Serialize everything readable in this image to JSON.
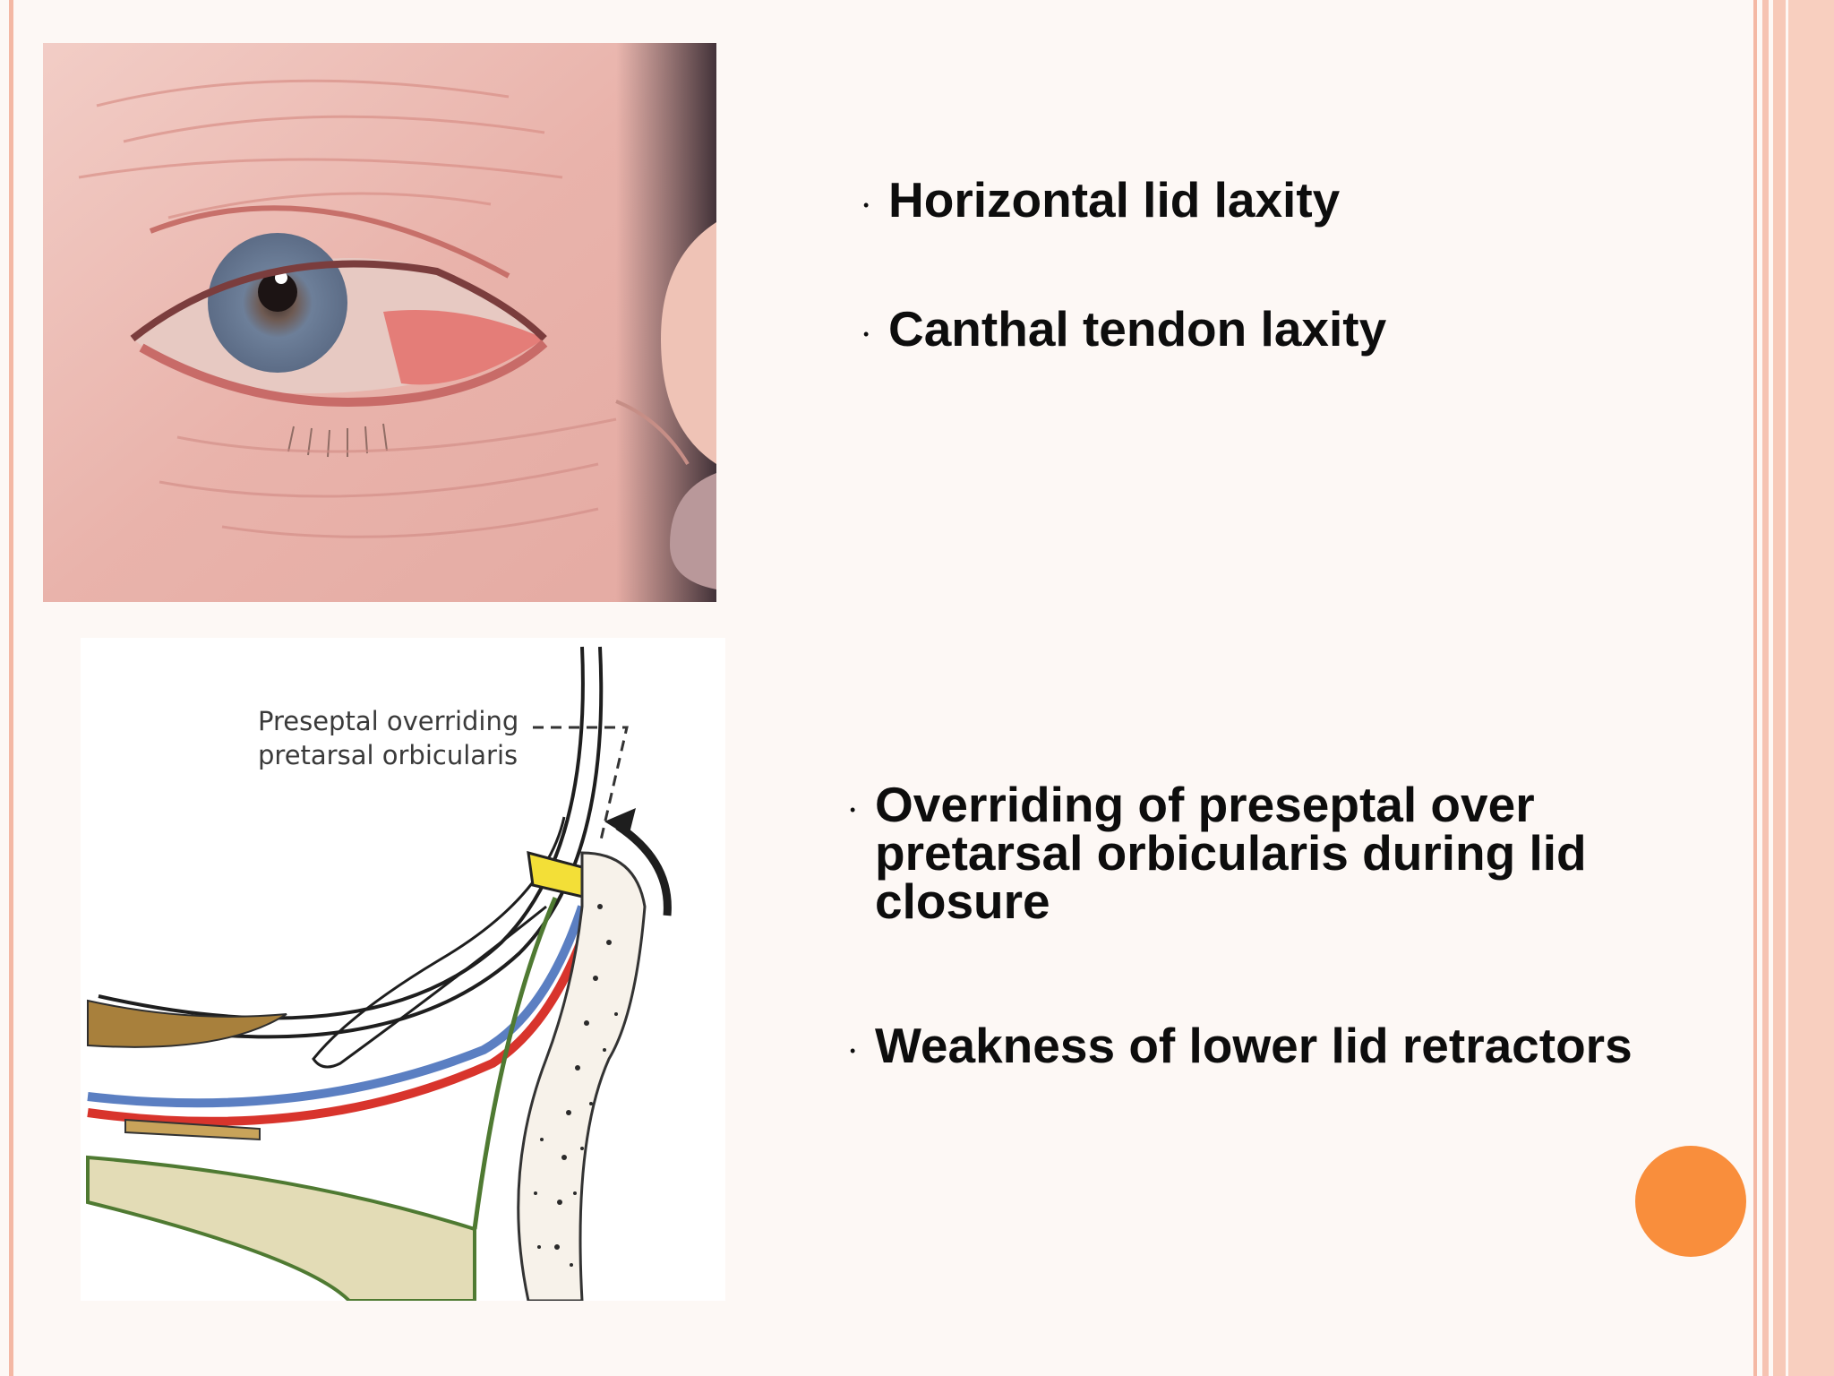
{
  "slide": {
    "bullets": [
      "Horizontal lid laxity",
      "Canthal tendon laxity",
      "Overriding of preseptal over pretarsal orbicularis during lid closure",
      "Weakness of lower lid retractors"
    ],
    "bullet_glyph": "•",
    "diagram": {
      "label_line1": "Preseptal overriding",
      "label_line2": "pretarsal orbicularis"
    },
    "colors": {
      "accent_circle": "#f98e3c",
      "border": "#f4b8a4",
      "text": "#0d0d0d"
    }
  }
}
